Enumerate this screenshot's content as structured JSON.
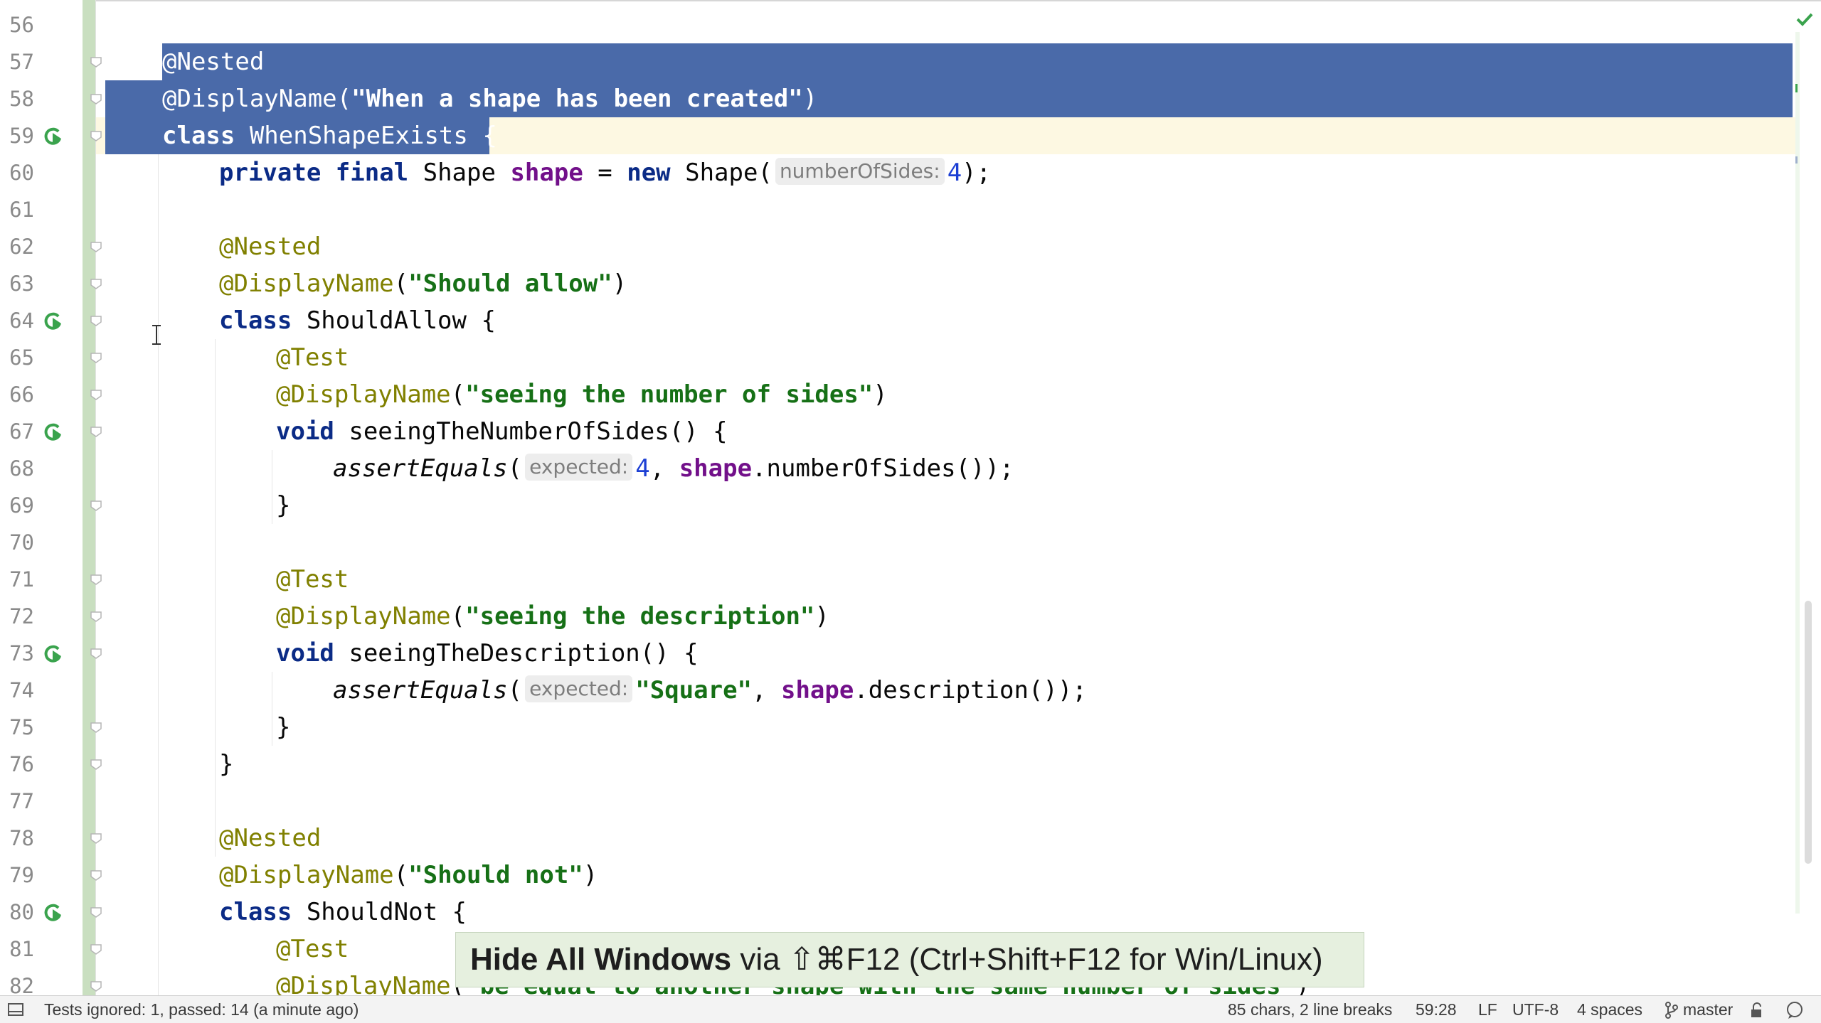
{
  "editor": {
    "lines": [
      {
        "num": "56",
        "indent": 0,
        "tokens": [],
        "fold": false,
        "run": false
      },
      {
        "num": "57",
        "indent": 1,
        "tokens": [
          {
            "t": "@Nested",
            "c": "ann"
          }
        ],
        "fold": true,
        "run": false,
        "sel": "full"
      },
      {
        "num": "58",
        "indent": 1,
        "tokens": [
          {
            "t": "@DisplayName",
            "c": "ann"
          },
          {
            "t": "(",
            "c": ""
          },
          {
            "t": "\"When a shape has been created\"",
            "c": "str"
          },
          {
            "t": ")",
            "c": ""
          }
        ],
        "fold": true,
        "run": false,
        "sel": "full"
      },
      {
        "num": "59",
        "indent": 1,
        "tokens": [
          {
            "t": "class",
            "c": "kw"
          },
          {
            "t": " WhenShapeExists {",
            "c": ""
          }
        ],
        "fold": true,
        "run": true,
        "sel": "partial",
        "caret": true
      },
      {
        "num": "60",
        "indent": 2,
        "tokens": [
          {
            "t": "private",
            "c": "kw"
          },
          {
            "t": " ",
            "c": ""
          },
          {
            "t": "final",
            "c": "kw"
          },
          {
            "t": " Shape ",
            "c": ""
          },
          {
            "t": "shape",
            "c": "fld"
          },
          {
            "t": " = ",
            "c": ""
          },
          {
            "t": "new",
            "c": "kw"
          },
          {
            "t": " Shape(",
            "c": ""
          },
          {
            "h": "numberOfSides:"
          },
          {
            "t": "4",
            "c": "num"
          },
          {
            "t": ");",
            "c": ""
          }
        ],
        "fold": false,
        "run": false
      },
      {
        "num": "61",
        "indent": 0,
        "tokens": [],
        "fold": false,
        "run": false
      },
      {
        "num": "62",
        "indent": 2,
        "tokens": [
          {
            "t": "@Nested",
            "c": "ann"
          }
        ],
        "fold": true,
        "run": false
      },
      {
        "num": "63",
        "indent": 2,
        "tokens": [
          {
            "t": "@DisplayName",
            "c": "ann"
          },
          {
            "t": "(",
            "c": ""
          },
          {
            "t": "\"Should allow\"",
            "c": "str"
          },
          {
            "t": ")",
            "c": ""
          }
        ],
        "fold": true,
        "run": false
      },
      {
        "num": "64",
        "indent": 2,
        "tokens": [
          {
            "t": "class",
            "c": "kw"
          },
          {
            "t": " ShouldAllow {",
            "c": ""
          }
        ],
        "fold": true,
        "run": true
      },
      {
        "num": "65",
        "indent": 3,
        "tokens": [
          {
            "t": "@Test",
            "c": "ann"
          }
        ],
        "fold": true,
        "run": false
      },
      {
        "num": "66",
        "indent": 3,
        "tokens": [
          {
            "t": "@DisplayName",
            "c": "ann"
          },
          {
            "t": "(",
            "c": ""
          },
          {
            "t": "\"seeing the number of sides\"",
            "c": "str"
          },
          {
            "t": ")",
            "c": ""
          }
        ],
        "fold": true,
        "run": false
      },
      {
        "num": "67",
        "indent": 3,
        "tokens": [
          {
            "t": "void",
            "c": "kw"
          },
          {
            "t": " seeingTheNumberOfSides() {",
            "c": ""
          }
        ],
        "fold": true,
        "run": true
      },
      {
        "num": "68",
        "indent": 4,
        "tokens": [
          {
            "t": "assertEquals",
            "c": "it"
          },
          {
            "t": "(",
            "c": ""
          },
          {
            "h": "expected:"
          },
          {
            "t": "4",
            "c": "num"
          },
          {
            "t": ", ",
            "c": ""
          },
          {
            "t": "shape",
            "c": "fld"
          },
          {
            "t": ".numberOfSides());",
            "c": ""
          }
        ],
        "fold": false,
        "run": false
      },
      {
        "num": "69",
        "indent": 3,
        "tokens": [
          {
            "t": "}",
            "c": ""
          }
        ],
        "fold": true,
        "run": false
      },
      {
        "num": "70",
        "indent": 0,
        "tokens": [],
        "fold": false,
        "run": false
      },
      {
        "num": "71",
        "indent": 3,
        "tokens": [
          {
            "t": "@Test",
            "c": "ann"
          }
        ],
        "fold": true,
        "run": false
      },
      {
        "num": "72",
        "indent": 3,
        "tokens": [
          {
            "t": "@DisplayName",
            "c": "ann"
          },
          {
            "t": "(",
            "c": ""
          },
          {
            "t": "\"seeing the description\"",
            "c": "str"
          },
          {
            "t": ")",
            "c": ""
          }
        ],
        "fold": true,
        "run": false
      },
      {
        "num": "73",
        "indent": 3,
        "tokens": [
          {
            "t": "void",
            "c": "kw"
          },
          {
            "t": " seeingTheDescription() {",
            "c": ""
          }
        ],
        "fold": true,
        "run": true
      },
      {
        "num": "74",
        "indent": 4,
        "tokens": [
          {
            "t": "assertEquals",
            "c": "it"
          },
          {
            "t": "(",
            "c": ""
          },
          {
            "h": "expected:"
          },
          {
            "t": "\"Square\"",
            "c": "str"
          },
          {
            "t": ", ",
            "c": ""
          },
          {
            "t": "shape",
            "c": "fld"
          },
          {
            "t": ".description());",
            "c": ""
          }
        ],
        "fold": false,
        "run": false
      },
      {
        "num": "75",
        "indent": 3,
        "tokens": [
          {
            "t": "}",
            "c": ""
          }
        ],
        "fold": true,
        "run": false
      },
      {
        "num": "76",
        "indent": 2,
        "tokens": [
          {
            "t": "}",
            "c": ""
          }
        ],
        "fold": true,
        "run": false
      },
      {
        "num": "77",
        "indent": 0,
        "tokens": [],
        "fold": false,
        "run": false
      },
      {
        "num": "78",
        "indent": 2,
        "tokens": [
          {
            "t": "@Nested",
            "c": "ann"
          }
        ],
        "fold": true,
        "run": false
      },
      {
        "num": "79",
        "indent": 2,
        "tokens": [
          {
            "t": "@DisplayName",
            "c": "ann"
          },
          {
            "t": "(",
            "c": ""
          },
          {
            "t": "\"Should not\"",
            "c": "str"
          },
          {
            "t": ")",
            "c": ""
          }
        ],
        "fold": true,
        "run": false
      },
      {
        "num": "80",
        "indent": 2,
        "tokens": [
          {
            "t": "class",
            "c": "kw"
          },
          {
            "t": " ShouldNot {",
            "c": ""
          }
        ],
        "fold": true,
        "run": true
      },
      {
        "num": "81",
        "indent": 3,
        "tokens": [
          {
            "t": "@Test",
            "c": "ann"
          }
        ],
        "fold": true,
        "run": false
      },
      {
        "num": "82",
        "indent": 3,
        "tokens": [
          {
            "t": "@DisplayName",
            "c": "ann"
          },
          {
            "t": "(",
            "c": ""
          },
          {
            "t": "\"be equal to another shape with the same number of sides\"",
            "c": "str"
          },
          {
            "t": ")",
            "c": ""
          }
        ],
        "fold": true,
        "run": false
      }
    ]
  },
  "tooltip": {
    "action": "Hide All Windows",
    "shortcut": " via ⇧⌘F12 (Ctrl+Shift+F12 for Win/Linux)"
  },
  "status": {
    "tests": "Tests ignored: 1, passed: 14 (a minute ago)",
    "selection_info": "85 chars, 2 line breaks",
    "position": "59:28",
    "line_sep": "LF",
    "encoding": "UTF-8",
    "indent": "4 spaces",
    "branch": "master"
  },
  "colors": {
    "selection": "#4a6aa9",
    "keyword": "#0b2b86",
    "annotation": "#808000",
    "string": "#167016",
    "field": "#72108a",
    "number": "#1c3fd4",
    "run_icon": "#3aa34d"
  },
  "icons": {
    "run": "run-test-icon",
    "fold": "fold-marker-icon",
    "ok": "checkmark-icon",
    "branch": "git-branch-icon",
    "lock": "lock-icon",
    "notifications": "notifications-icon",
    "layout": "tool-window-toggle-icon"
  }
}
